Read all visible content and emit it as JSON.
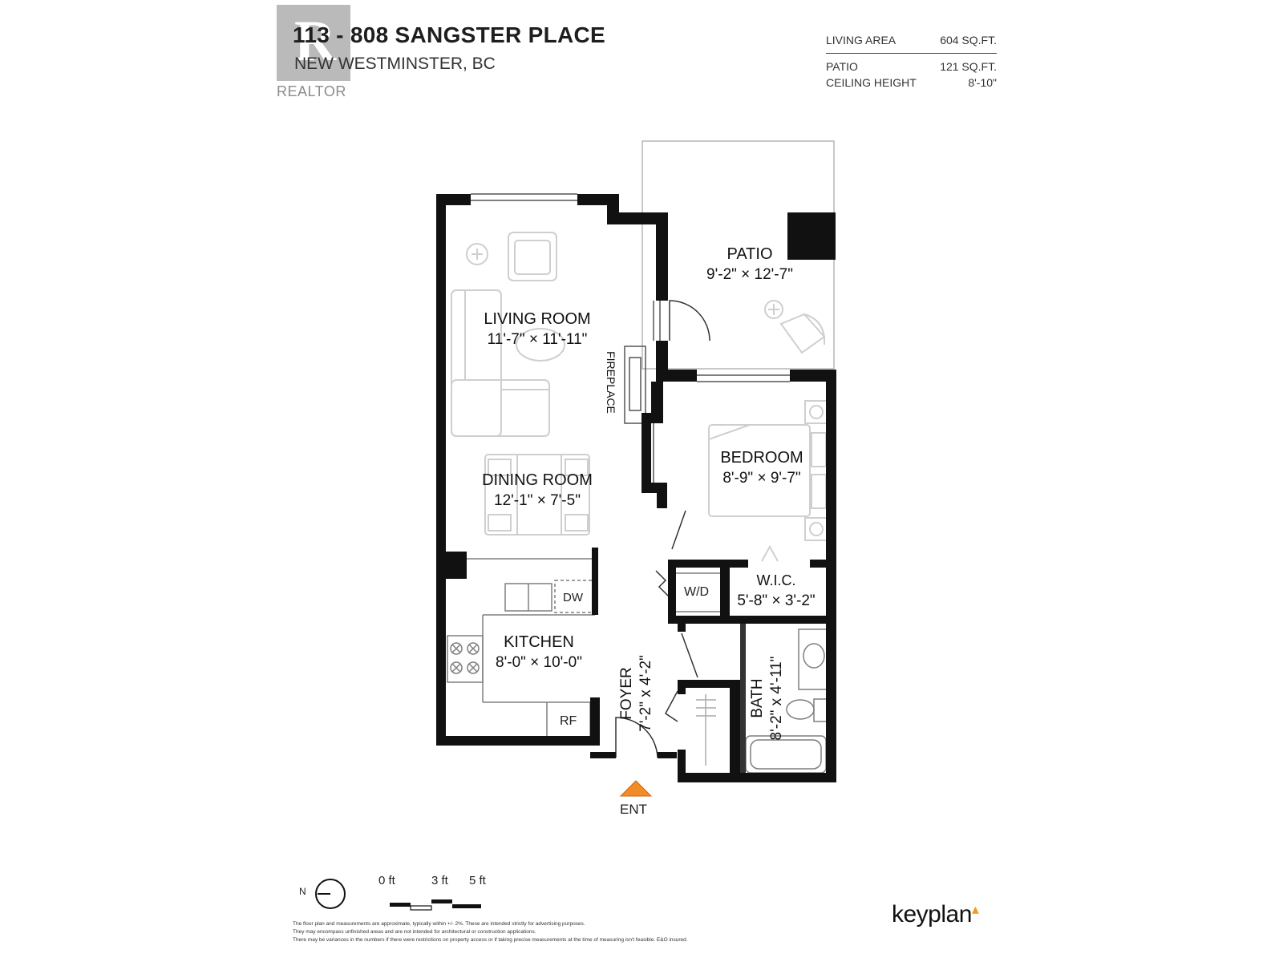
{
  "header": {
    "address": "113 - 808 SANGSTER PLACE",
    "city": "NEW WESTMINSTER, BC",
    "watermark_text": "REALTOR",
    "watermark_mark": "R"
  },
  "stats": [
    {
      "label": "LIVING AREA",
      "value": "604 SQ.FT."
    },
    {
      "label": "PATIO",
      "value": "121 SQ.FT."
    },
    {
      "label": "CEILING HEIGHT",
      "value": "8'-10\""
    }
  ],
  "rooms": {
    "patio": {
      "name": "PATIO",
      "dims": "9'-2\"  ×  12'-7\""
    },
    "living": {
      "name": "LIVING ROOM",
      "dims": "11'-7\"  ×  11'-11\""
    },
    "dining": {
      "name": "DINING ROOM",
      "dims": "12'-1\"  ×  7'-5\""
    },
    "bedroom": {
      "name": "BEDROOM",
      "dims": "8'-9\"  ×  9'-7\""
    },
    "wic": {
      "name": "W.I.C.",
      "dims": "5'-8\" × 3'-2\""
    },
    "kitchen": {
      "name": "KITCHEN",
      "dims": "8'-0\"  ×  10'-0\""
    },
    "foyer": {
      "name": "FOYER",
      "dims": "7'-2\" x 4'-2\""
    },
    "bath": {
      "name": "BATH",
      "dims": "8'-2\" x 4'-11\""
    }
  },
  "fixtures": {
    "fireplace": "FIREPLACE",
    "dishwasher": "DW",
    "washer_dryer": "W/D",
    "fridge": "RF",
    "entrance": "ENT"
  },
  "scale": {
    "north": "N",
    "ticks": [
      "0 ft",
      "3 ft",
      "5 ft"
    ]
  },
  "disclaimer": [
    "The floor plan and measurements are approximate, typically within +/- 2%. These are intended strictly for advertising purposes.",
    "They may encompass unfinished areas and are not intended for architectural or construction applications.",
    "There may be variances in the numbers if there were restrictions on property access or if taking precise measurements at the time of measuring isn't feasible. E&O insured."
  ],
  "brand": {
    "name": "keyplan",
    "accent": "#f29b1c"
  },
  "colors": {
    "wall": "#111111",
    "furniture": "#cfcfcf",
    "entrance_marker": "#f28c28"
  }
}
